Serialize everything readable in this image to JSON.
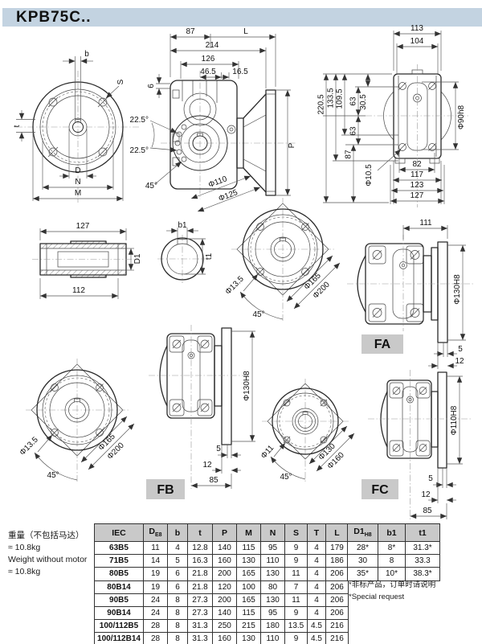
{
  "page": {
    "title": "KPB75C..",
    "accent_color": "#c3d3e1",
    "label_bg": "#c9c9c9"
  },
  "weight_note": {
    "zh": "重量（不包括马达）",
    "zh_value": "≈ 10.8kg",
    "en": "Weight without motor",
    "en_value": "≈ 10.8kg"
  },
  "views": {
    "output_flange": {
      "b": "b",
      "s": "S",
      "t": "t",
      "d": "D",
      "n": "N",
      "m": "M"
    },
    "side": {
      "d87": "87",
      "l": "L",
      "d214": "214",
      "d126": "126",
      "d465": "46.5",
      "d165": "16.5",
      "d6": "6",
      "a1": "22.5°",
      "a2": "22.5°",
      "a3": "45°",
      "phi110": "Φ110",
      "phi125": "Φ125",
      "p": "P"
    },
    "rear": {
      "d113": "113",
      "d104": "104",
      "d2205": "220.5",
      "d1335": "133.5",
      "d1095": "109.5",
      "d305": "30.5",
      "d63a": "63",
      "d63b": "63",
      "d87": "87",
      "phi105": "Φ10.5",
      "phi90": "Φ90h8",
      "d82": "82",
      "d117": "117",
      "d123": "123",
      "d127": "127"
    },
    "shaft": {
      "d127": "127",
      "d112": "112",
      "d1": "D1"
    },
    "shaft_section": {
      "b1": "b1",
      "t1": "t1"
    },
    "fa_face": {
      "hole": "Φ13.5",
      "bc": "Φ165",
      "od": "Φ200",
      "angle": "45°"
    },
    "fa_side": {
      "label": "FA",
      "d111": "111",
      "bore": "Φ130H8",
      "d5": "5",
      "d12": "12"
    },
    "fb_face": {
      "hole": "Φ13.5",
      "bc": "Φ165",
      "od": "Φ200",
      "angle": "45°"
    },
    "fb_side": {
      "label": "FB",
      "bore": "Φ130H8",
      "d5": "5",
      "d12": "12",
      "d85": "85"
    },
    "fc_face": {
      "hole": "Φ11",
      "bc": "Φ130",
      "od": "Φ160",
      "angle": "45°"
    },
    "fc_side": {
      "label": "FC",
      "bore": "Φ110H8",
      "d5": "5",
      "d12": "12",
      "d85": "85"
    }
  },
  "main_table": {
    "headers": [
      "IEC",
      "D",
      "b",
      "t",
      "P",
      "M",
      "N",
      "S",
      "T",
      "L"
    ],
    "d_sub": "E8",
    "rows": [
      [
        "63B5",
        "11",
        "4",
        "12.8",
        "140",
        "115",
        "95",
        "9",
        "4",
        "179"
      ],
      [
        "71B5",
        "14",
        "5",
        "16.3",
        "160",
        "130",
        "110",
        "9",
        "4",
        "186"
      ],
      [
        "80B5",
        "19",
        "6",
        "21.8",
        "200",
        "165",
        "130",
        "11",
        "4",
        "206"
      ],
      [
        "80B14",
        "19",
        "6",
        "21.8",
        "120",
        "100",
        "80",
        "7",
        "4",
        "206"
      ],
      [
        "90B5",
        "24",
        "8",
        "27.3",
        "200",
        "165",
        "130",
        "11",
        "4",
        "206"
      ],
      [
        "90B14",
        "24",
        "8",
        "27.3",
        "140",
        "115",
        "95",
        "9",
        "4",
        "206"
      ],
      [
        "100/112B5",
        "28",
        "8",
        "31.3",
        "250",
        "215",
        "180",
        "13.5",
        "4.5",
        "216"
      ],
      [
        "100/112B14",
        "28",
        "8",
        "31.3",
        "160",
        "130",
        "110",
        "9",
        "4.5",
        "216"
      ]
    ]
  },
  "shaft_table": {
    "d1_label": "D1",
    "d1_sub": "H8",
    "b1_label": "b1",
    "t1_label": "t1",
    "rows": [
      [
        "28*",
        "8*",
        "31.3*"
      ],
      [
        "30",
        "8",
        "33.3"
      ],
      [
        "35*",
        "10*",
        "38.3*"
      ]
    ],
    "note_zh": "*非标产品，订单时请说明",
    "note_en": "*Special request"
  }
}
